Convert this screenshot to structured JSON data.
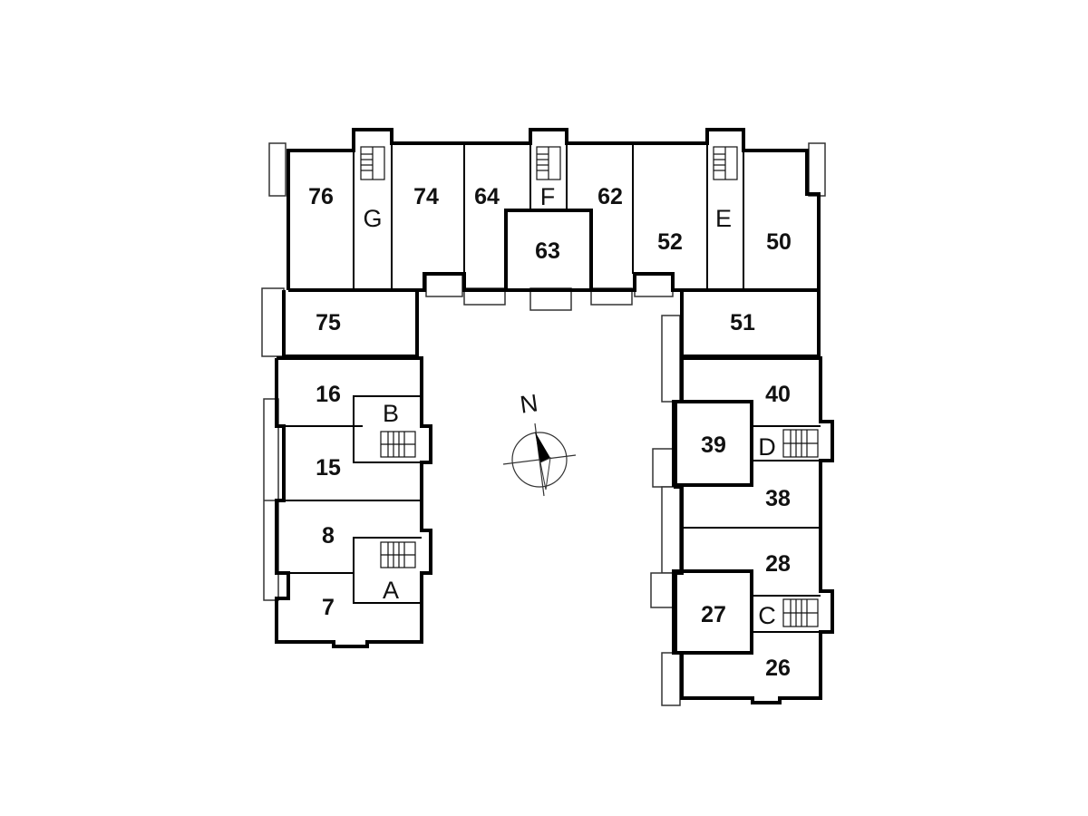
{
  "units": {
    "u76": "76",
    "u74": "74",
    "u64": "64",
    "u62": "62",
    "u63": "63",
    "u52": "52",
    "u50": "50",
    "u75": "75",
    "u51": "51",
    "u16": "16",
    "u15": "15",
    "u8": "8",
    "u7": "7",
    "u40": "40",
    "u39": "39",
    "u38": "38",
    "u28": "28",
    "u27": "27",
    "u26": "26"
  },
  "stairwells": {
    "g": "G",
    "f": "F",
    "e": "E",
    "b": "B",
    "a": "A",
    "d": "D",
    "c": "C"
  },
  "compass": {
    "north_label": "N"
  }
}
